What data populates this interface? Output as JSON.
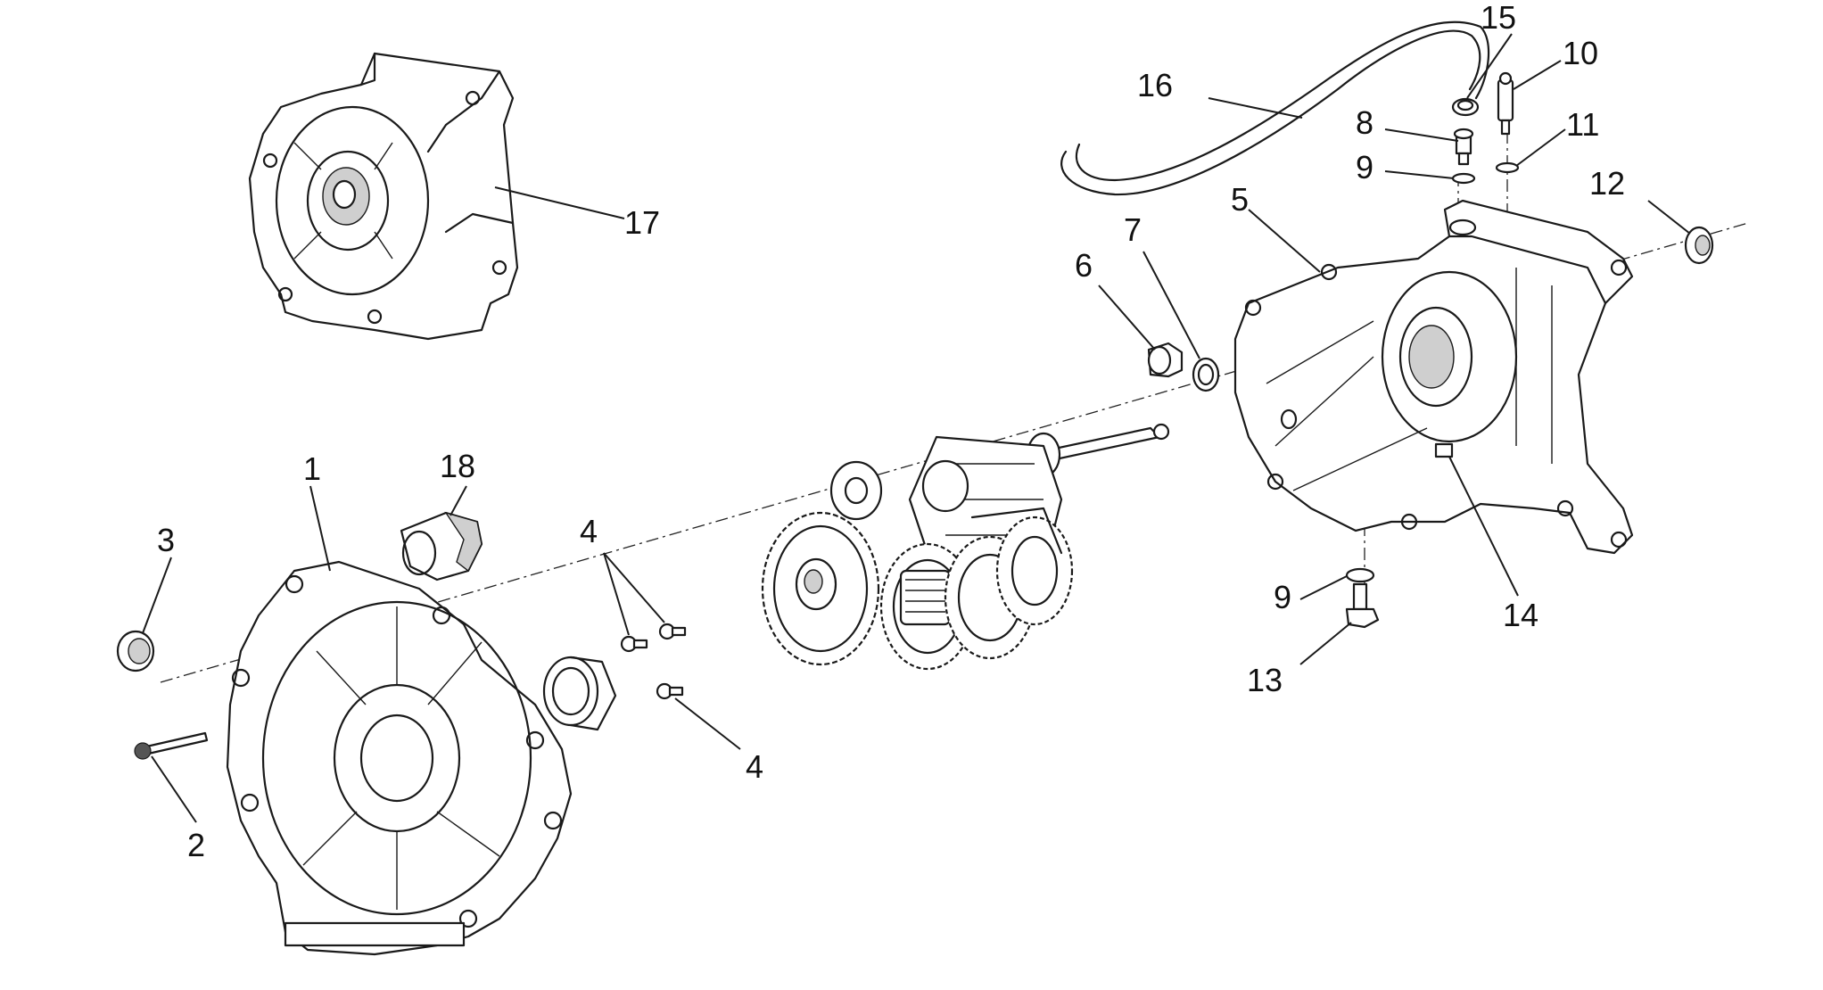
{
  "callouts": [
    {
      "id": "c1",
      "label": "1"
    },
    {
      "id": "c2",
      "label": "2"
    },
    {
      "id": "c3",
      "label": "3"
    },
    {
      "id": "c4a",
      "label": "4"
    },
    {
      "id": "c4b",
      "label": "4"
    },
    {
      "id": "c5",
      "label": "5"
    },
    {
      "id": "c6",
      "label": "6"
    },
    {
      "id": "c7",
      "label": "7"
    },
    {
      "id": "c8",
      "label": "8"
    },
    {
      "id": "c9a",
      "label": "9"
    },
    {
      "id": "c9b",
      "label": "9"
    },
    {
      "id": "c10",
      "label": "10"
    },
    {
      "id": "c11",
      "label": "11"
    },
    {
      "id": "c12",
      "label": "12"
    },
    {
      "id": "c13",
      "label": "13"
    },
    {
      "id": "c14",
      "label": "14"
    },
    {
      "id": "c15",
      "label": "15"
    },
    {
      "id": "c16",
      "label": "16"
    },
    {
      "id": "c17",
      "label": "17"
    },
    {
      "id": "c18",
      "label": "18"
    }
  ]
}
